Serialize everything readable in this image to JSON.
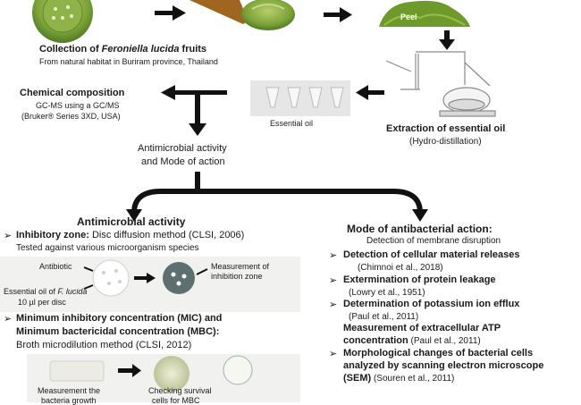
{
  "top": {
    "collection_title_pre": "Collection of ",
    "collection_title_species": "Feroniella lucida",
    "collection_title_post": " fruits",
    "collection_sub": "From natural habitat in Buriram province, Thailand",
    "peel_label": "Peel",
    "extraction_title": "Extraction of essential oil",
    "extraction_sub": "(Hydro-distillation)",
    "essential_oil_label": "Essential oil",
    "chem_title": "Chemical composition",
    "chem_line1": "GC-MS using a GC/MS",
    "chem_line2": "(Bruker® Series 3XD, USA)",
    "mode_line1": "Antimicrobial activity",
    "mode_line2": "and Mode of action"
  },
  "left": {
    "heading": "Antimicrobial activity",
    "inhibitory_label": "Inhibitory zone:",
    "inhibitory_text": " Disc diffusion method (CLSI, 2006)",
    "inhibitory_sub": "Tested against various microorganism species",
    "antibiotic_label": "Antibiotic",
    "eo_label_pre": "Essential oil of ",
    "eo_label_species": "F. lucida",
    "eo_dose": "10 µl per disc",
    "measurement_line1": "Measurement of",
    "measurement_line2": "inhibition zone",
    "mic_line1": "Minimum inhibitory concentration (MIC) and",
    "mic_line2": "Minimum bactericidal concentration (MBC):",
    "mic_line3": "Broth microdilution method (CLSI, 2012)",
    "bottom_left_line1": "Measurement the",
    "bottom_left_line2": "bacteria growth",
    "bottom_right_line1": "Checking survival",
    "bottom_right_line2": "cells for MBC"
  },
  "right": {
    "heading": "Mode of antibacterial action:",
    "subheading": "Detection of membrane disruption",
    "items": [
      {
        "title": "Detection of cellular material releases",
        "ref": "(Chimnoi et al., 2018)"
      },
      {
        "title": "Extermination of protein leakage",
        "ref": "(Lowry et al., 1951)"
      },
      {
        "title": "Determination of potassium ion efflux",
        "ref": "(Paul et al., 2011)"
      }
    ],
    "atp_line1": "Measurement of extracellular ATP",
    "atp_line2": "concentration",
    "atp_ref": " (Paul et al., 2011)",
    "morph_line1": "Morphological changes of bacterial cells",
    "morph_line2": "analyzed by scanning electron microscope",
    "morph_line3": "(SEM)",
    "morph_ref": " (Souren et al., 2011)"
  },
  "bullet_glyph": "➢",
  "colors": {
    "fruit_green": "#7da23a",
    "peel_green": "#6e9a2c",
    "stick": "#a0651f",
    "arrow": "#111111",
    "panel": "#f1f1ef",
    "plate": "#5d6f6f"
  }
}
